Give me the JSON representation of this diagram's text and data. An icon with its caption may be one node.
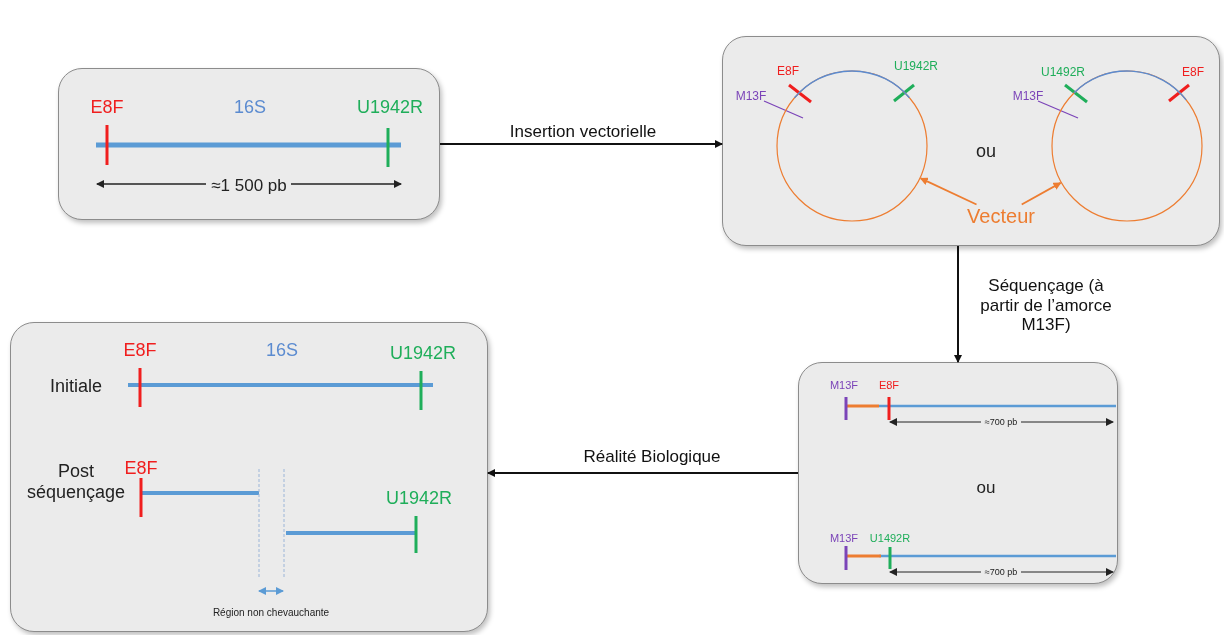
{
  "diagram": {
    "nodes": [
      {
        "text": [
          "E8F",
          "16S",
          "U1942R",
          "≈1 500 pb"
        ]
      },
      {
        "text": [
          "E8F",
          "M13F",
          "U1942R",
          "ou",
          "U1492R",
          "M13F",
          "E8F"
        ]
      },
      {
        "text": [],
        "shape": "circle",
        "in": 1
      },
      {
        "text": [],
        "shape": "circle",
        "in": 1
      },
      {
        "text": [
          "Vecteur"
        ],
        "in": 1
      },
      {
        "text": [
          "M13F",
          "E8F",
          "≈700 pb",
          "ou",
          "M13F",
          "U1492R",
          "≈700 pb"
        ]
      },
      {
        "text": [
          "E8F",
          "16S",
          "U1942R",
          "Initiale",
          "Post séquençage",
          "E8F",
          "U1942R",
          "Région non chevauchante"
        ]
      }
    ],
    "edges": [
      {
        "from": 0,
        "to": 1,
        "arrow": "to",
        "label": "Insertion vectorielle"
      },
      {
        "from": 1,
        "to": 5,
        "arrow": "to",
        "label": "Séquençage (à partir de l’amorce M13F)"
      },
      {
        "from": 5,
        "to": 6,
        "arrow": "to",
        "label": "Réalité Biologique"
      },
      {
        "from": 4,
        "to": 2,
        "arrow": "to",
        "color": "#ed7d31"
      },
      {
        "from": 4,
        "to": 3,
        "arrow": "to",
        "color": "#ed7d31"
      }
    ]
  }
}
